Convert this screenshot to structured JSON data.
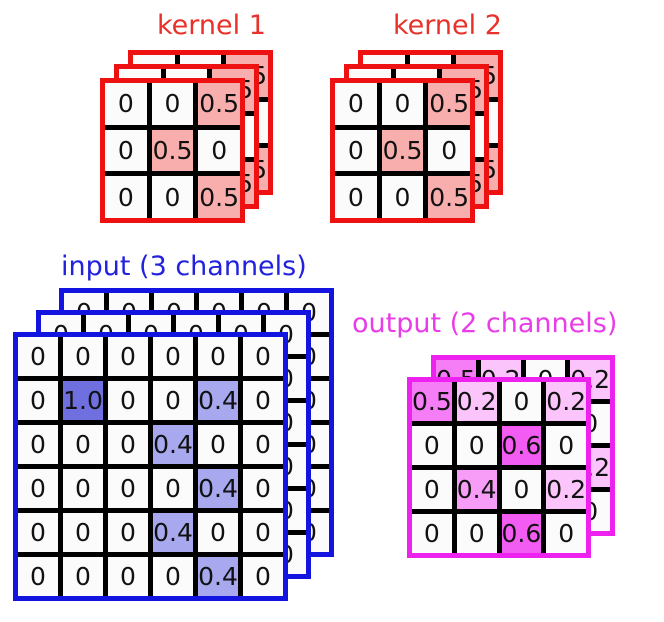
{
  "diagram": {
    "description": "Multi-channel 2D convolution illustration: two 3-channel 3x3 kernels applied to a 3-channel 6x6 input producing a 2-channel 4x4 output",
    "colors": {
      "kernel": "#e8312a",
      "kernel_border": "#ee1111",
      "kernel_fill_05": "#f9aeae",
      "input": "#2222dd",
      "input_border": "#1414e0",
      "input_fill_10": "#6f6fe0",
      "input_fill_04": "#a8a8ef",
      "output": "#e83de8",
      "output_border": "#ee22ee",
      "output_fill_06": "#f25cf2",
      "output_fill_05": "#f57df5",
      "output_fill_04": "#f79df7",
      "output_fill_02": "#fbc4fb",
      "empty_cell": "#fbfbfb",
      "gridline": "#000000"
    },
    "kernels": [
      {
        "label": "kernel 1",
        "channels": [
          {
            "name": "front",
            "rows": [
              [
                "0",
                "0",
                "0.5"
              ],
              [
                "0",
                "0.5",
                "0"
              ],
              [
                "0",
                "0",
                "0.5"
              ]
            ],
            "fills": [
              [
                0,
                0,
                1
              ],
              [
                0,
                1,
                0
              ],
              [
                0,
                0,
                1
              ]
            ]
          },
          {
            "name": "middle",
            "rows": [
              [
                "0",
                "0",
                "0.5"
              ],
              [
                "0",
                "0.5",
                "0"
              ],
              [
                "0",
                "0",
                "0.5"
              ]
            ],
            "fills": [
              [
                0,
                0,
                1
              ],
              [
                0,
                1,
                0
              ],
              [
                0,
                0,
                1
              ]
            ]
          },
          {
            "name": "back",
            "rows": [
              [
                "0",
                "0",
                "0.5"
              ],
              [
                "0",
                "0.5",
                "0"
              ],
              [
                "0",
                "0",
                "0.5"
              ]
            ],
            "fills": [
              [
                0,
                0,
                1
              ],
              [
                0,
                1,
                0
              ],
              [
                0,
                0,
                1
              ]
            ]
          }
        ]
      },
      {
        "label": "kernel 2",
        "channels": [
          {
            "name": "front",
            "rows": [
              [
                "0",
                "0",
                "0.5"
              ],
              [
                "0",
                "0.5",
                "0"
              ],
              [
                "0",
                "0",
                "0.5"
              ]
            ],
            "fills": [
              [
                0,
                0,
                1
              ],
              [
                0,
                1,
                0
              ],
              [
                0,
                0,
                1
              ]
            ]
          },
          {
            "name": "middle",
            "rows": [
              [
                "0",
                "0",
                "0.5"
              ],
              [
                "0",
                "0.5",
                "0"
              ],
              [
                "0",
                "0",
                "0.5"
              ]
            ],
            "fills": [
              [
                0,
                0,
                1
              ],
              [
                0,
                1,
                0
              ],
              [
                0,
                0,
                1
              ]
            ]
          },
          {
            "name": "back",
            "rows": [
              [
                "0",
                "0",
                "0.5"
              ],
              [
                "0",
                "0.5",
                "0"
              ],
              [
                "0",
                "0",
                "0.5"
              ]
            ],
            "fills": [
              [
                0,
                0,
                1
              ],
              [
                0,
                1,
                0
              ],
              [
                0,
                0,
                1
              ]
            ]
          }
        ]
      }
    ],
    "input": {
      "label": "input (3 channels)",
      "channels": [
        {
          "name": "front",
          "rows": [
            [
              "0",
              "0",
              "0",
              "0",
              "0",
              "0"
            ],
            [
              "0",
              "1.0",
              "0",
              "0",
              "0.4",
              "0"
            ],
            [
              "0",
              "0",
              "0",
              "0.4",
              "0",
              "0"
            ],
            [
              "0",
              "0",
              "0",
              "0",
              "0.4",
              "0"
            ],
            [
              "0",
              "0",
              "0",
              "0.4",
              "0",
              "0"
            ],
            [
              "0",
              "0",
              "0",
              "0",
              "0.4",
              "0"
            ]
          ],
          "fills": [
            [
              0,
              0,
              0,
              0,
              0,
              0
            ],
            [
              0,
              2,
              0,
              0,
              1,
              0
            ],
            [
              0,
              0,
              0,
              1,
              0,
              0
            ],
            [
              0,
              0,
              0,
              0,
              1,
              0
            ],
            [
              0,
              0,
              0,
              1,
              0,
              0
            ],
            [
              0,
              0,
              0,
              0,
              1,
              0
            ]
          ]
        },
        {
          "name": "middle",
          "rows": [
            [
              "0",
              "0",
              "0",
              "0",
              "0",
              "0"
            ],
            [
              "0",
              "0",
              "0",
              "0",
              "0",
              "0"
            ],
            [
              "0",
              "0",
              "0",
              "0",
              "0",
              "0"
            ],
            [
              "0",
              "0",
              "0",
              "0",
              "0",
              "0"
            ],
            [
              "0",
              "0",
              "0",
              "0",
              "0",
              "0"
            ],
            [
              "0",
              "0",
              "0",
              "0",
              "0",
              "0"
            ]
          ],
          "fills": [
            [
              0,
              0,
              0,
              0,
              0,
              0
            ],
            [
              0,
              0,
              0,
              0,
              0,
              0
            ],
            [
              0,
              0,
              0,
              0,
              0,
              0
            ],
            [
              0,
              0,
              0,
              0,
              0,
              0
            ],
            [
              0,
              0,
              0,
              0,
              0,
              0
            ],
            [
              0,
              0,
              0,
              0,
              0,
              0
            ]
          ]
        },
        {
          "name": "back",
          "rows": [
            [
              "0",
              "0",
              "0",
              "0",
              "0",
              "0"
            ],
            [
              "0",
              "0",
              "0",
              "0",
              "0",
              "0"
            ],
            [
              "0",
              "0",
              "0",
              "0",
              "0",
              "0"
            ],
            [
              "0",
              "0",
              "0",
              "0",
              "0",
              "0"
            ],
            [
              "0",
              "0",
              "0",
              "0",
              "0",
              "0"
            ],
            [
              "0",
              "0",
              "0",
              "0",
              "0",
              "0"
            ]
          ],
          "fills": [
            [
              0,
              0,
              0,
              0,
              0,
              0
            ],
            [
              0,
              0,
              0,
              0,
              0,
              0
            ],
            [
              0,
              0,
              0,
              0,
              0,
              0
            ],
            [
              0,
              0,
              0,
              0,
              0,
              0
            ],
            [
              0,
              0,
              0,
              0,
              0,
              0
            ],
            [
              0,
              0,
              0,
              0,
              0,
              0
            ]
          ]
        }
      ]
    },
    "output": {
      "label": "output (2 channels)",
      "channels": [
        {
          "name": "front",
          "rows": [
            [
              "0.5",
              "0.2",
              "0",
              "0.2"
            ],
            [
              "0",
              "0",
              "0.6",
              "0"
            ],
            [
              "0",
              "0.4",
              "0",
              "0.2"
            ],
            [
              "0",
              "0",
              "0.6",
              "0"
            ]
          ],
          "fills": [
            [
              5,
              2,
              0,
              2
            ],
            [
              0,
              0,
              6,
              0
            ],
            [
              0,
              4,
              0,
              2
            ],
            [
              0,
              0,
              6,
              0
            ]
          ]
        },
        {
          "name": "back",
          "rows": [
            [
              "0.5",
              "0.2",
              "0",
              "0.2"
            ],
            [
              "0",
              "0",
              "0.6",
              "0"
            ],
            [
              "0",
              "0.4",
              "0",
              "0.2"
            ],
            [
              "0",
              "0",
              "0.6",
              "0"
            ]
          ],
          "fills": [
            [
              5,
              2,
              0,
              2
            ],
            [
              0,
              0,
              6,
              0
            ],
            [
              0,
              4,
              0,
              2
            ],
            [
              0,
              0,
              6,
              0
            ]
          ]
        }
      ]
    }
  }
}
